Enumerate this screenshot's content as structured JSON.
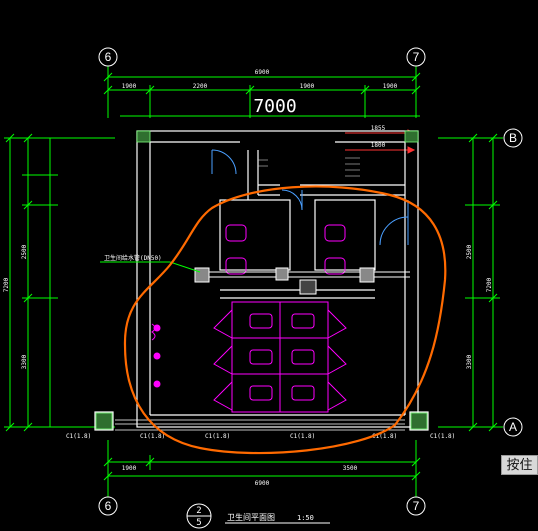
{
  "grid": {
    "top_left": "6",
    "top_right": "7",
    "bottom_left": "6",
    "bottom_right": "7",
    "right_top": "B",
    "right_bottom": "A"
  },
  "dimensions": {
    "overall_top": "7000",
    "top_total": "6900",
    "top_seg1": "1900",
    "top_seg2": "2200",
    "top_seg3": "1900",
    "top_seg4": "1900",
    "dim_1855": "1855",
    "dim_1800": "1800",
    "bottom_total": "6900",
    "bottom_seg1": "1900",
    "bottom_seg2": "3500",
    "left_total": "7200",
    "left_mid": "2500",
    "left_low": "3300",
    "right_total": "7200",
    "right_mid": "2500",
    "right_low": "3300"
  },
  "notes": {
    "pipe_label": "卫生间给水管(DN50)",
    "window_tag": "C1(1.8)",
    "drawing_title": "卫生间平面图",
    "scale": "1:50",
    "detail_number": "2",
    "detail_sheet": "5"
  },
  "buttons": {
    "press_hold": "按住"
  },
  "colors": {
    "wall": "#ffffff",
    "dimension": "#00ff00",
    "fixture": "#ff00ff",
    "pipe": "#ffffff",
    "column": "#7fff7f",
    "highlight_circle": "#ff6a00"
  }
}
